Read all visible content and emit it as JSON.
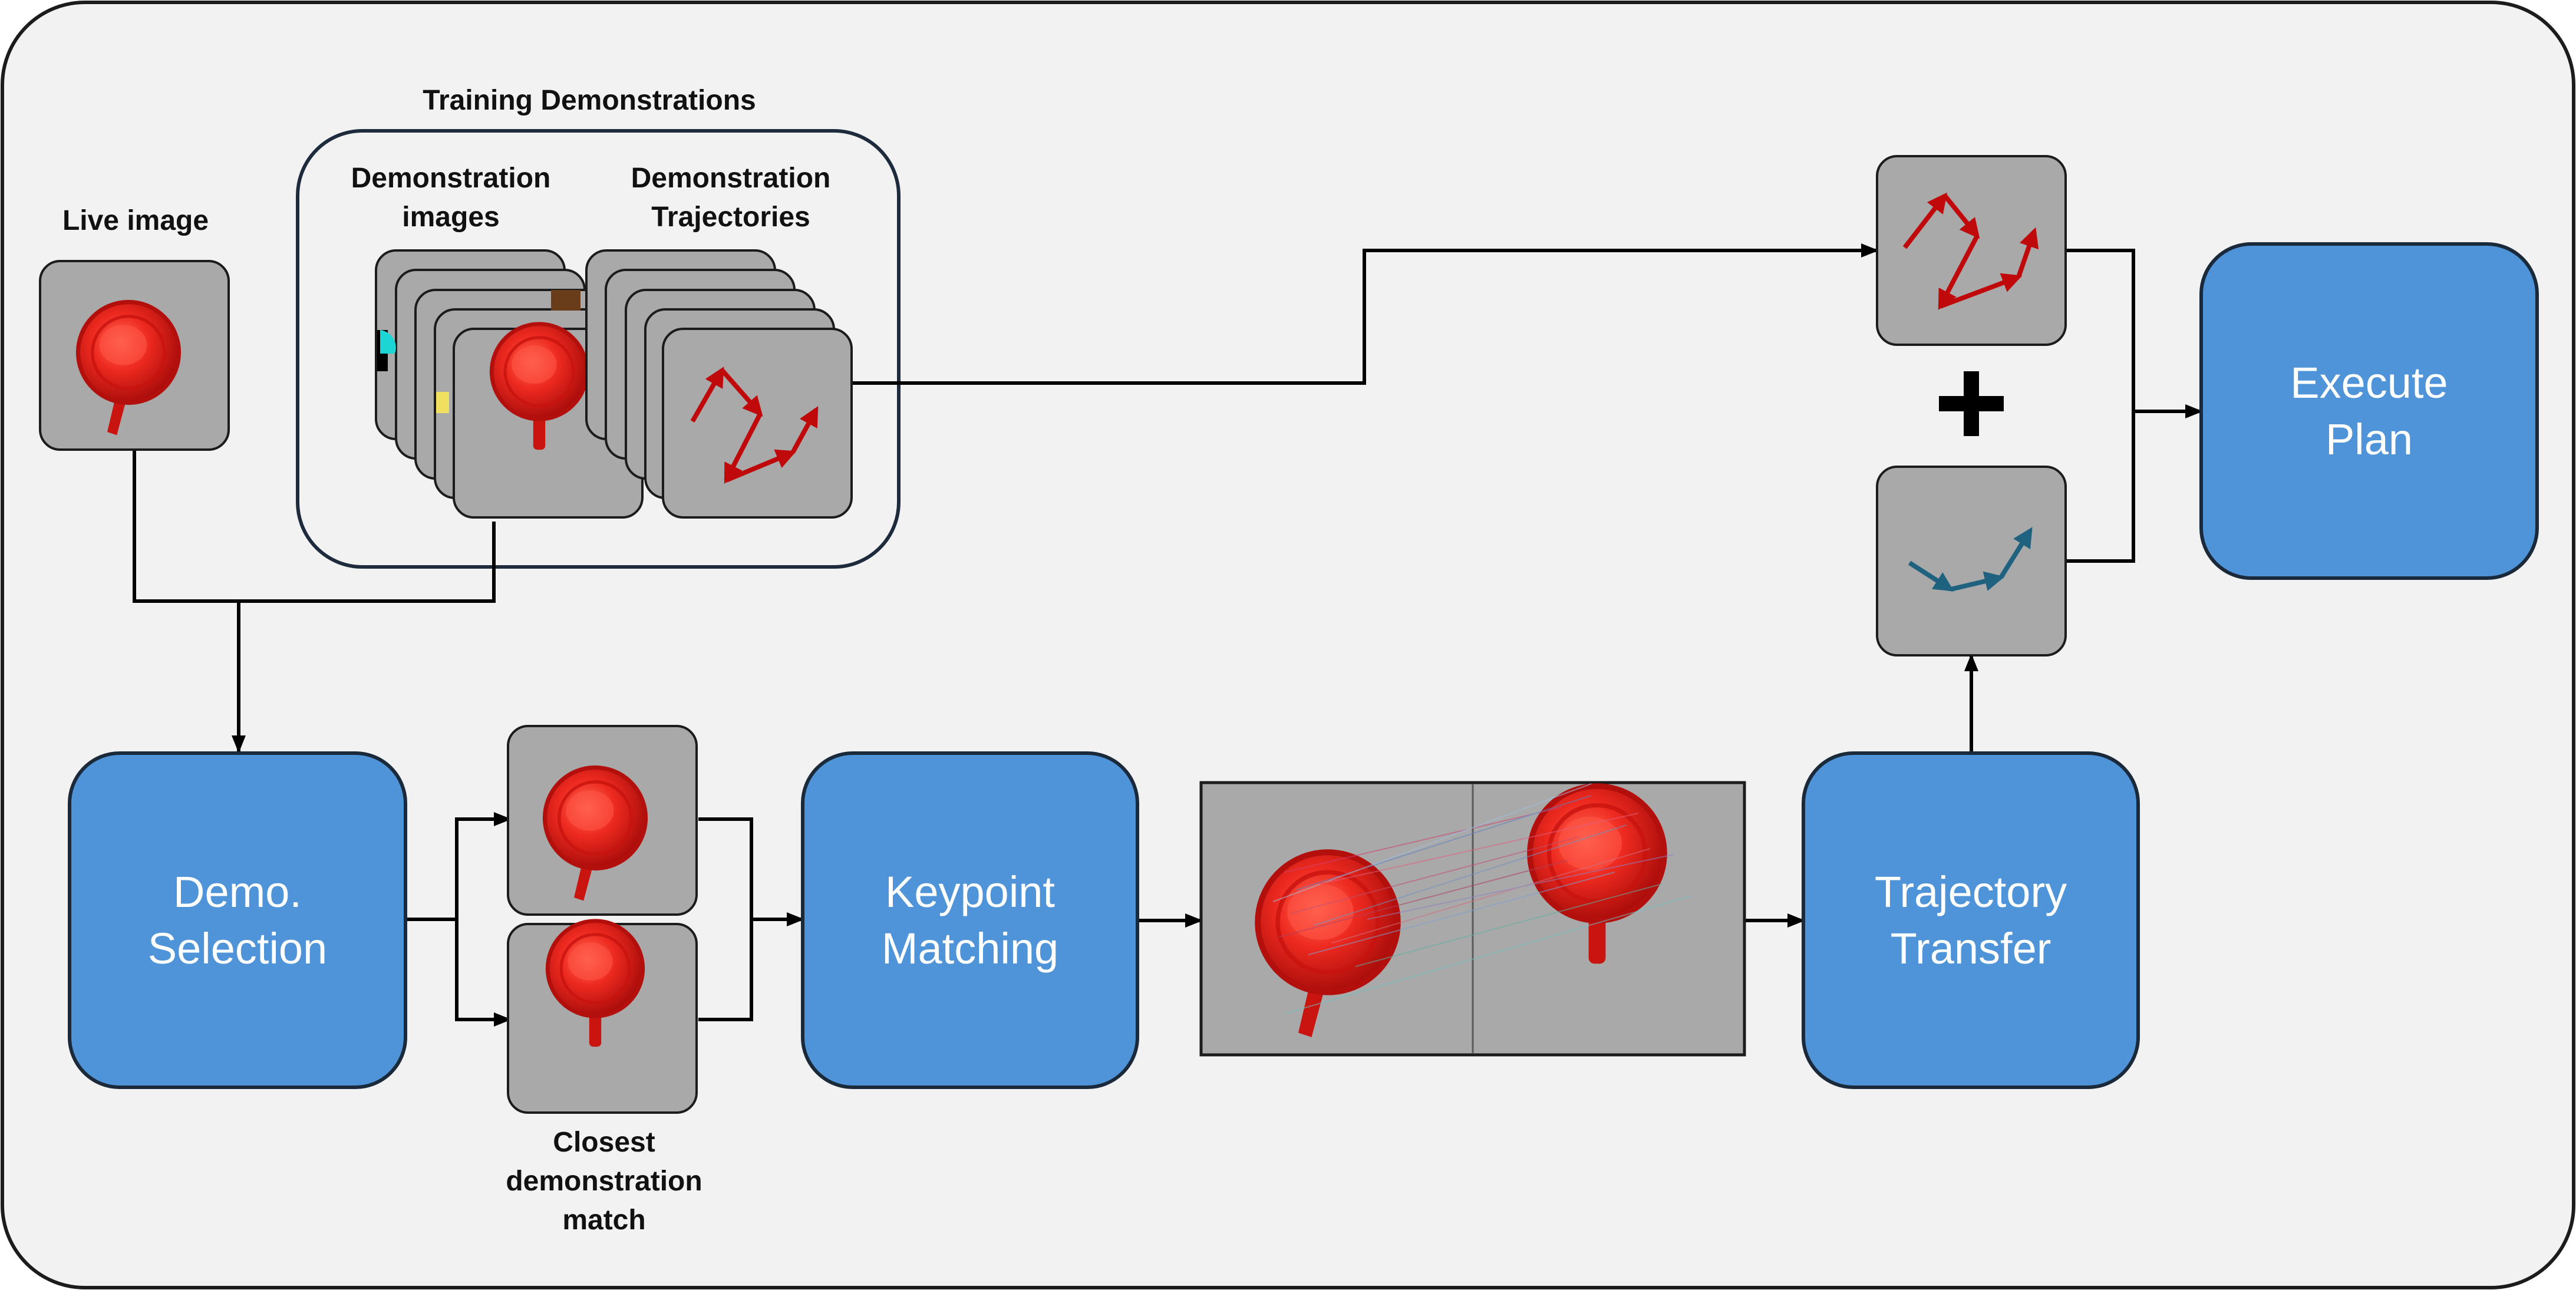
{
  "labels": {
    "live_image": "Live image",
    "training_demonstrations": "Training Demonstrations",
    "demonstration_images": "Demonstration\nimages",
    "demonstration_trajectories": "Demonstration\nTrajectories",
    "closest_match": "Closest\ndemonstration\nmatch",
    "plus": "+"
  },
  "blocks": {
    "demo_selection": "Demo.\nSelection",
    "keypoint_matching": "Keypoint\nMatching",
    "trajectory_transfer": "Trajectory\nTransfer",
    "execute_plan": "Execute\nPlan"
  },
  "colors": {
    "block_fill": "#4f94d8",
    "tile_fill": "#a9a9a9",
    "mug_red": "#e8201c",
    "traj_red": "#c0090b",
    "traj_blue": "#1f6280",
    "frame_fill": "#f2f2f2"
  }
}
